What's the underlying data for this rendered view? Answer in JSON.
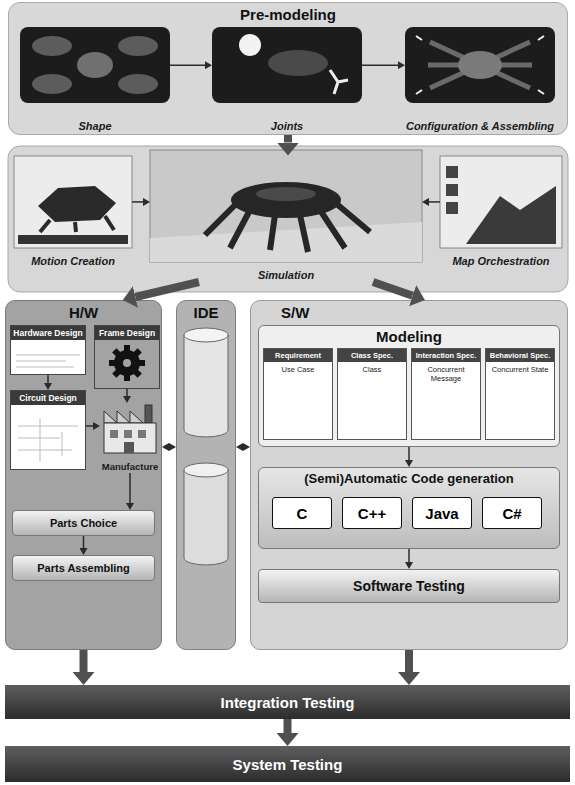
{
  "diagram": {
    "nodes": [
      {
        "text": [
          "Pre-modeling"
        ]
      },
      {
        "text": [
          "Shape"
        ],
        "in": 0
      },
      {
        "text": [
          "Joints"
        ],
        "in": 0
      },
      {
        "text": [
          "Configuration & Assembling"
        ],
        "in": 0
      },
      {
        "text": [
          "Motion Creation"
        ]
      },
      {
        "text": [
          "Simulation"
        ]
      },
      {
        "text": [
          "Map Orchestration"
        ]
      },
      {
        "text": [
          "H/W"
        ]
      },
      {
        "text": [
          "Hardware Design"
        ],
        "in": 7
      },
      {
        "text": [
          "Frame Design"
        ],
        "in": 7
      },
      {
        "text": [
          "Circuit Design"
        ],
        "in": 7
      },
      {
        "text": [
          "Manufacture"
        ],
        "in": 7
      },
      {
        "text": [
          "Parts Choice"
        ],
        "in": 7
      },
      {
        "text": [
          "Parts Assembling"
        ],
        "in": 7
      },
      {
        "text": [
          "IDE"
        ]
      },
      {
        "text": [
          "S/W"
        ]
      },
      {
        "text": [
          "Modeling"
        ],
        "in": 15
      },
      {
        "text": [
          "Requirement",
          "Use Case"
        ],
        "in": 16
      },
      {
        "text": [
          "Class Spec.",
          "Class"
        ],
        "in": 16
      },
      {
        "text": [
          "Interaction Spec.",
          "Concurrent Message"
        ],
        "in": 16
      },
      {
        "text": [
          "Behavioral Spec.",
          "Concurrent State"
        ],
        "in": 16
      },
      {
        "text": [
          "(Semi)Automatic Code generation"
        ],
        "in": 15
      },
      {
        "text": [
          "C"
        ],
        "in": 21
      },
      {
        "text": [
          "C++"
        ],
        "in": 21
      },
      {
        "text": [
          "Java"
        ],
        "in": 21
      },
      {
        "text": [
          "C#"
        ],
        "in": 21
      },
      {
        "text": [
          "Software Testing"
        ],
        "in": 15
      },
      {
        "text": [
          "Integration Testing"
        ]
      },
      {
        "text": [
          "System Testing"
        ]
      }
    ],
    "edges": [
      {
        "from": 1,
        "to": 2,
        "arrow": "to"
      },
      {
        "from": 2,
        "to": 3,
        "arrow": "to"
      },
      {
        "from": 0,
        "to": 5,
        "arrow": "to"
      },
      {
        "from": 4,
        "to": 5,
        "arrow": "to"
      },
      {
        "from": 6,
        "to": 5,
        "arrow": "to"
      },
      {
        "from": 5,
        "to": 7,
        "arrow": "to"
      },
      {
        "from": 5,
        "to": 15,
        "arrow": "to"
      },
      {
        "from": 8,
        "to": 10,
        "arrow": "to"
      },
      {
        "from": 9,
        "to": 11,
        "arrow": "to"
      },
      {
        "from": 10,
        "to": 11,
        "arrow": "to"
      },
      {
        "from": 11,
        "to": 12,
        "arrow": "to"
      },
      {
        "from": 12,
        "to": 13,
        "arrow": "to"
      },
      {
        "from": 14,
        "to": 7,
        "arrow": "both"
      },
      {
        "from": 14,
        "to": 15,
        "arrow": "both"
      },
      {
        "from": 16,
        "to": 21,
        "arrow": "to"
      },
      {
        "from": 21,
        "to": 26,
        "arrow": "to"
      },
      {
        "from": 7,
        "to": 27,
        "arrow": "to"
      },
      {
        "from": 15,
        "to": 27,
        "arrow": "to"
      },
      {
        "from": 27,
        "to": 28,
        "arrow": "to"
      }
    ]
  }
}
